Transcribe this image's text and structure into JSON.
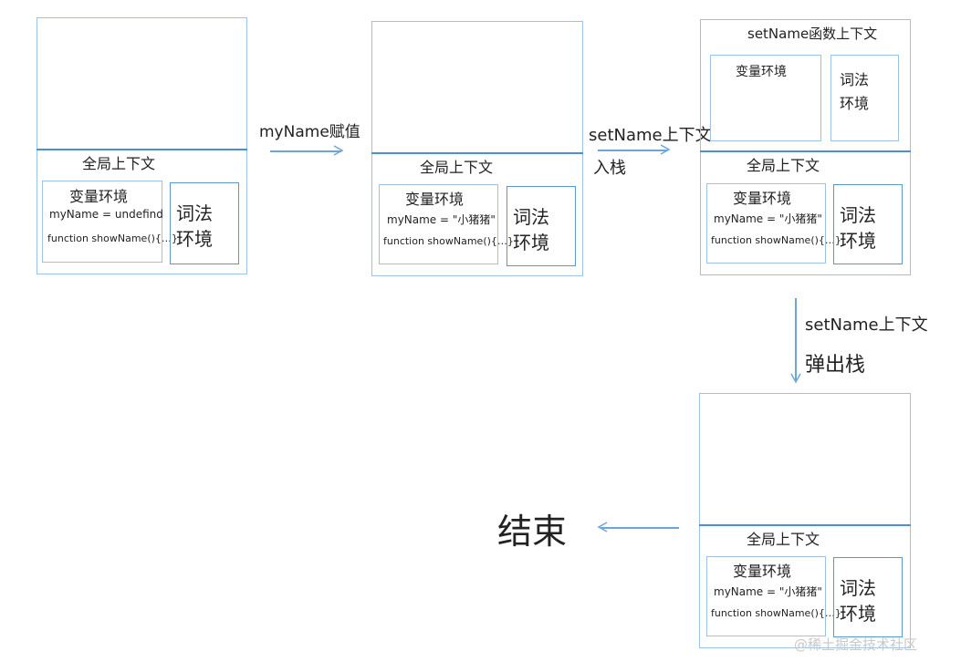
{
  "panels": [
    {
      "global_label": "全局上下文",
      "var_env_label": "变量环境",
      "var_line1": "myName = undefind",
      "var_line2": "function showName(){…}",
      "lex_env_label_1": "词法",
      "lex_env_label_2": "环境"
    },
    {
      "global_label": "全局上下文",
      "var_env_label": "变量环境",
      "var_line1": "myName = \"小猪猪\"",
      "var_line2": "function showName(){…}",
      "lex_env_label_1": "词法",
      "lex_env_label_2": "环境"
    },
    {
      "func_label": "setName函数上下文",
      "func_var_env_label": "变量环境",
      "func_lex_env_label_1": "词法",
      "func_lex_env_label_2": "环境",
      "global_label": "全局上下文",
      "var_env_label": "变量环境",
      "var_line1": "myName = \"小猪猪\"",
      "var_line2": "function showName(){…}",
      "lex_env_label_1": "词法",
      "lex_env_label_2": "环境"
    },
    {
      "global_label": "全局上下文",
      "var_env_label": "变量环境",
      "var_line1": "myName = \"小猪猪\"",
      "var_line2": "function showName(){…}",
      "lex_env_label_1": "词法",
      "lex_env_label_2": "环境"
    }
  ],
  "arrows": {
    "a1": "myName赋值",
    "a2_line1": "setName上下文",
    "a2_line2": "入栈",
    "a3_line1": "setName上下文",
    "a3_line2": "弹出栈",
    "end": "结束"
  },
  "watermark": "@稀土掘金技术社区",
  "colors": {
    "box_border": "#9cc3e6",
    "divider": "#4a8fd1",
    "arrow": "#6aa6dc"
  }
}
